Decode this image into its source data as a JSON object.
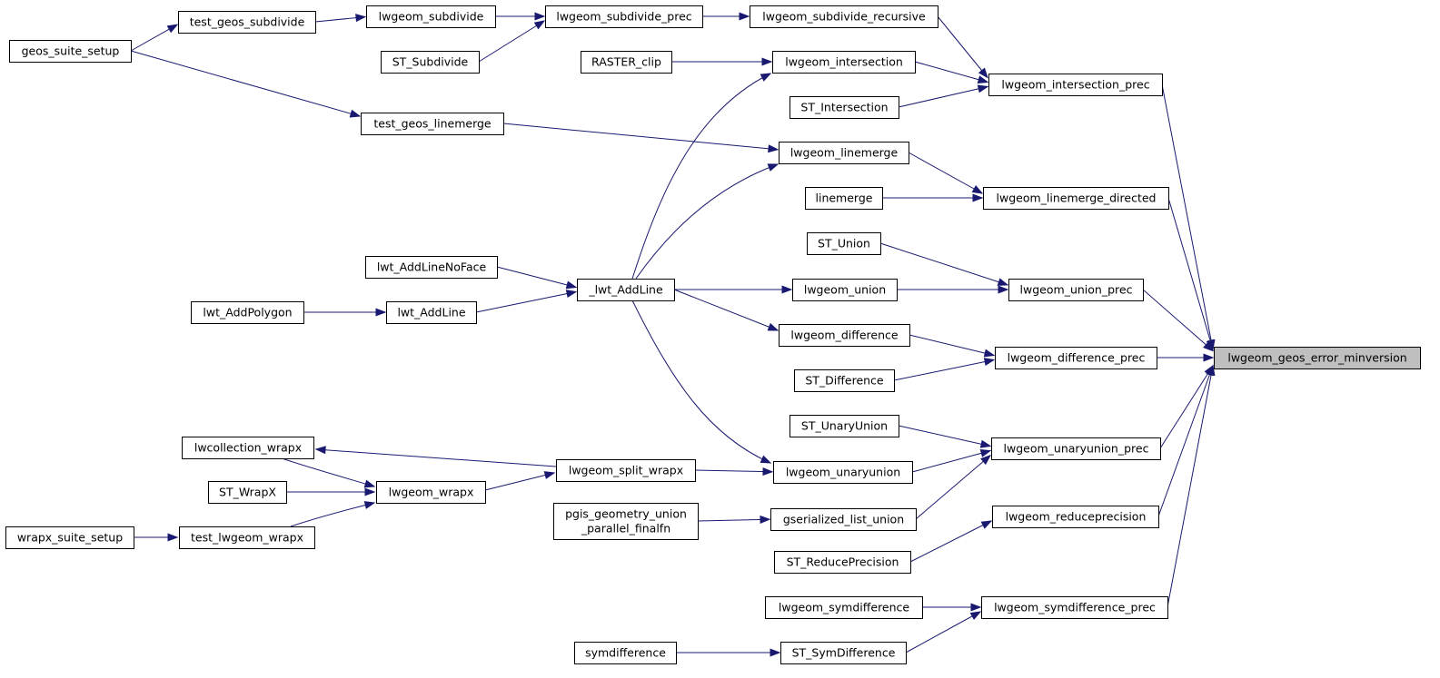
{
  "colors": {
    "edge": "#191970",
    "node_fill": "#ffffff",
    "focus_fill": "#bfbfbf",
    "border": "#000000"
  },
  "nodes": {
    "geos_suite_setup": [
      "geos_suite_setup"
    ],
    "test_geos_subdivide": [
      "test_geos_subdivide"
    ],
    "lwgeom_subdivide": [
      "lwgeom_subdivide"
    ],
    "lwgeom_subdivide_prec": [
      "lwgeom_subdivide_prec"
    ],
    "lwgeom_subdivide_recursive": [
      "lwgeom_subdivide_recursive"
    ],
    "ST_Subdivide": [
      "ST_Subdivide"
    ],
    "RASTER_clip": [
      "RASTER_clip"
    ],
    "lwgeom_intersection": [
      "lwgeom_intersection"
    ],
    "lwgeom_intersection_prec": [
      "lwgeom_intersection_prec"
    ],
    "ST_Intersection": [
      "ST_Intersection"
    ],
    "test_geos_linemerge": [
      "test_geos_linemerge"
    ],
    "lwgeom_linemerge": [
      "lwgeom_linemerge"
    ],
    "linemerge": [
      "linemerge"
    ],
    "lwgeom_linemerge_directed": [
      "lwgeom_linemerge_directed"
    ],
    "ST_Union": [
      "ST_Union"
    ],
    "lwt_AddLineNoFace": [
      "lwt_AddLineNoFace"
    ],
    "_lwt_AddLine": [
      "_lwt_AddLine"
    ],
    "lwgeom_union": [
      "lwgeom_union"
    ],
    "lwgeom_union_prec": [
      "lwgeom_union_prec"
    ],
    "lwt_AddPolygon": [
      "lwt_AddPolygon"
    ],
    "lwt_AddLine": [
      "lwt_AddLine"
    ],
    "lwgeom_difference": [
      "lwgeom_difference"
    ],
    "lwgeom_difference_prec": [
      "lwgeom_difference_prec"
    ],
    "lwgeom_geos_error_minversion": [
      "lwgeom_geos_error_minversion"
    ],
    "ST_Difference": [
      "ST_Difference"
    ],
    "ST_UnaryUnion": [
      "ST_UnaryUnion"
    ],
    "lwgeom_unaryunion_prec": [
      "lwgeom_unaryunion_prec"
    ],
    "lwcollection_wrapx": [
      "lwcollection_wrapx"
    ],
    "lwgeom_split_wrapx": [
      "lwgeom_split_wrapx"
    ],
    "lwgeom_unaryunion": [
      "lwgeom_unaryunion"
    ],
    "ST_WrapX": [
      "ST_WrapX"
    ],
    "lwgeom_wrapx": [
      "lwgeom_wrapx"
    ],
    "pgis_geometry_union_parallel_finalfn": [
      "pgis_geometry_union",
      "_parallel_finalfn"
    ],
    "gserialized_list_union": [
      "gserialized_list_union"
    ],
    "lwgeom_reduceprecision": [
      "lwgeom_reduceprecision"
    ],
    "wrapx_suite_setup": [
      "wrapx_suite_setup"
    ],
    "test_lwgeom_wrapx": [
      "test_lwgeom_wrapx"
    ],
    "ST_ReducePrecision": [
      "ST_ReducePrecision"
    ],
    "lwgeom_symdifference": [
      "lwgeom_symdifference"
    ],
    "lwgeom_symdifference_prec": [
      "lwgeom_symdifference_prec"
    ],
    "symdifference": [
      "symdifference"
    ],
    "ST_SymDifference": [
      "ST_SymDifference"
    ]
  },
  "edges": [
    [
      "geos_suite_setup",
      "test_geos_subdivide"
    ],
    [
      "geos_suite_setup",
      "test_geos_linemerge"
    ],
    [
      "test_geos_subdivide",
      "lwgeom_subdivide"
    ],
    [
      "lwgeom_subdivide",
      "lwgeom_subdivide_prec"
    ],
    [
      "ST_Subdivide",
      "lwgeom_subdivide_prec"
    ],
    [
      "lwgeom_subdivide_prec",
      "lwgeom_subdivide_recursive"
    ],
    [
      "lwgeom_subdivide_recursive",
      "lwgeom_intersection_prec"
    ],
    [
      "RASTER_clip",
      "lwgeom_intersection"
    ],
    [
      "_lwt_AddLine",
      "lwgeom_intersection"
    ],
    [
      "lwgeom_intersection",
      "lwgeom_intersection_prec"
    ],
    [
      "ST_Intersection",
      "lwgeom_intersection_prec"
    ],
    [
      "lwgeom_intersection_prec",
      "lwgeom_geos_error_minversion"
    ],
    [
      "test_geos_linemerge",
      "lwgeom_linemerge"
    ],
    [
      "_lwt_AddLine",
      "lwgeom_linemerge"
    ],
    [
      "lwgeom_linemerge",
      "lwgeom_linemerge_directed"
    ],
    [
      "linemerge",
      "lwgeom_linemerge_directed"
    ],
    [
      "lwgeom_linemerge_directed",
      "lwgeom_geos_error_minversion"
    ],
    [
      "ST_Union",
      "lwgeom_union_prec"
    ],
    [
      "lwt_AddLineNoFace",
      "_lwt_AddLine"
    ],
    [
      "lwt_AddLine",
      "_lwt_AddLine"
    ],
    [
      "lwt_AddPolygon",
      "lwt_AddLine"
    ],
    [
      "_lwt_AddLine",
      "lwgeom_union"
    ],
    [
      "_lwt_AddLine",
      "lwgeom_difference"
    ],
    [
      "_lwt_AddLine",
      "lwgeom_unaryunion"
    ],
    [
      "lwgeom_union",
      "lwgeom_union_prec"
    ],
    [
      "lwgeom_union_prec",
      "lwgeom_geos_error_minversion"
    ],
    [
      "lwgeom_difference",
      "lwgeom_difference_prec"
    ],
    [
      "ST_Difference",
      "lwgeom_difference_prec"
    ],
    [
      "lwgeom_difference_prec",
      "lwgeom_geos_error_minversion"
    ],
    [
      "ST_UnaryUnion",
      "lwgeom_unaryunion_prec"
    ],
    [
      "lwgeom_unaryunion",
      "lwgeom_unaryunion_prec"
    ],
    [
      "gserialized_list_union",
      "lwgeom_unaryunion_prec"
    ],
    [
      "lwgeom_unaryunion_prec",
      "lwgeom_geos_error_minversion"
    ],
    [
      "lwgeom_split_wrapx",
      "lwcollection_wrapx"
    ],
    [
      "lwcollection_wrapx",
      "lwgeom_wrapx"
    ],
    [
      "lwgeom_wrapx",
      "lwgeom_split_wrapx"
    ],
    [
      "lwgeom_split_wrapx",
      "lwgeom_unaryunion"
    ],
    [
      "ST_WrapX",
      "lwgeom_wrapx"
    ],
    [
      "test_lwgeom_wrapx",
      "lwgeom_wrapx"
    ],
    [
      "wrapx_suite_setup",
      "test_lwgeom_wrapx"
    ],
    [
      "pgis_geometry_union_parallel_finalfn",
      "gserialized_list_union"
    ],
    [
      "lwgeom_reduceprecision",
      "lwgeom_geos_error_minversion"
    ],
    [
      "ST_ReducePrecision",
      "lwgeom_reduceprecision"
    ],
    [
      "lwgeom_symdifference",
      "lwgeom_symdifference_prec"
    ],
    [
      "ST_SymDifference",
      "lwgeom_symdifference_prec"
    ],
    [
      "symdifference",
      "ST_SymDifference"
    ],
    [
      "lwgeom_symdifference_prec",
      "lwgeom_geos_error_minversion"
    ]
  ]
}
